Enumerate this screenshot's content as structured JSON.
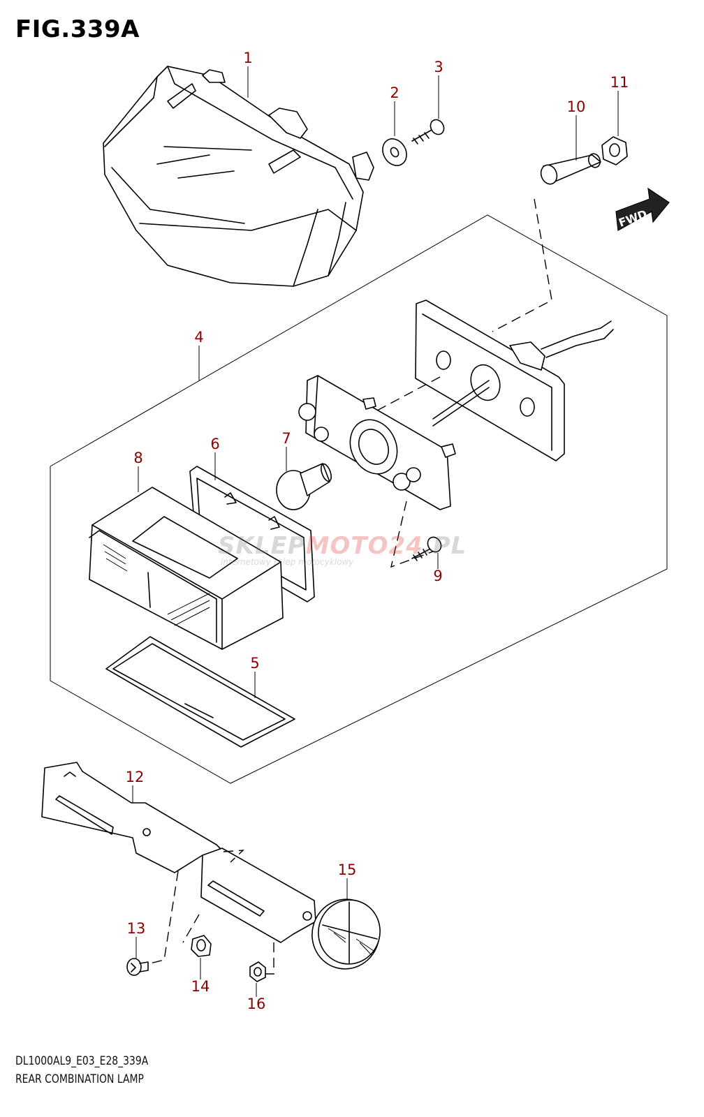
{
  "figure": {
    "title": "FIG.339A",
    "model_code": "DL1000AL9_E03_E28_339A",
    "name": "REAR COMBINATION LAMP"
  },
  "direction_tag": "FWD",
  "watermark": {
    "brand_a": "SKLEP",
    "brand_b": "MOTO",
    "brand_c": "24",
    "brand_d": ".PL",
    "tagline": "internetowy sklep motocyklowy"
  },
  "callouts": [
    {
      "id": "1"
    },
    {
      "id": "2"
    },
    {
      "id": "3"
    },
    {
      "id": "4"
    },
    {
      "id": "5"
    },
    {
      "id": "6"
    },
    {
      "id": "7"
    },
    {
      "id": "8"
    },
    {
      "id": "9"
    },
    {
      "id": "10"
    },
    {
      "id": "11"
    },
    {
      "id": "12"
    },
    {
      "id": "13"
    },
    {
      "id": "14"
    },
    {
      "id": "15"
    },
    {
      "id": "16"
    }
  ],
  "colors": {
    "callout_text": "#8b0000",
    "line": "#000000",
    "background": "#ffffff"
  }
}
